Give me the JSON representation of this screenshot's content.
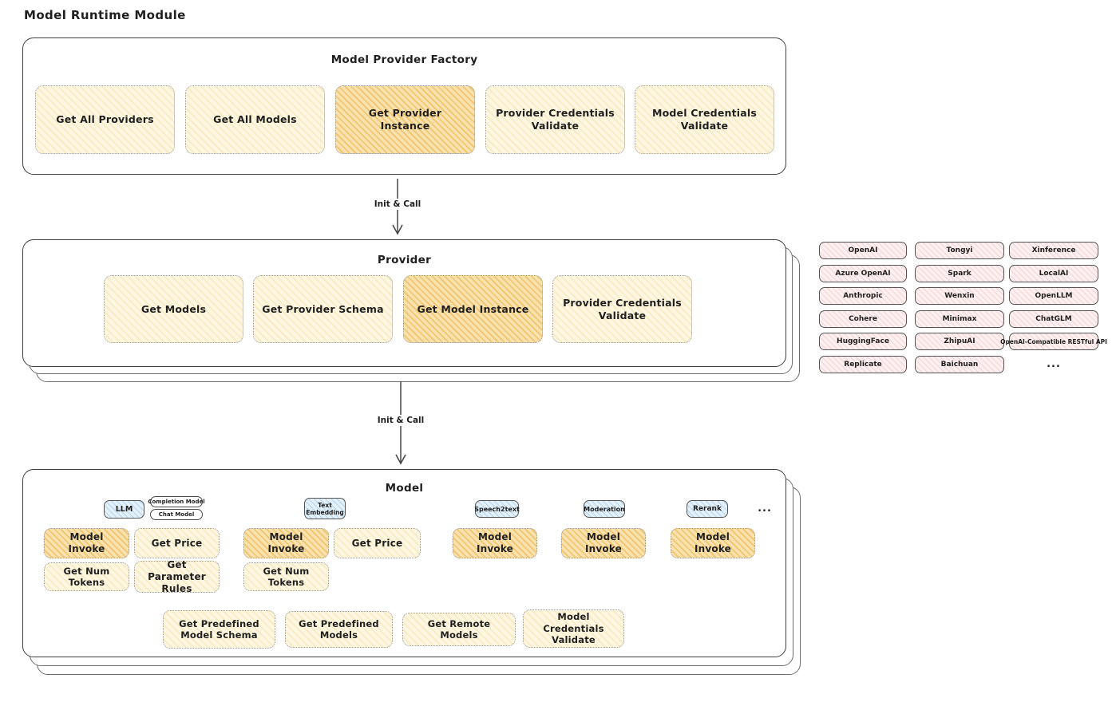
{
  "page": {
    "title": "Model Runtime Module"
  },
  "palette": {
    "button_yellow": "#fdf7e2",
    "button_highlight_orange": "#f8e2b0",
    "provider_chip_pink": "#fdf0f0",
    "model_type_chip_blue": "#e4f1fb",
    "outline": "#3f3f3f"
  },
  "factory": {
    "title": "Model Provider Factory",
    "buttons": [
      {
        "label": "Get All Providers",
        "highlight": false
      },
      {
        "label": "Get All Models",
        "highlight": false
      },
      {
        "label": "Get Provider Instance",
        "highlight": true
      },
      {
        "label": "Provider Credentials Validate",
        "highlight": false
      },
      {
        "label": "Model Credentials Validate",
        "highlight": false
      }
    ]
  },
  "arrows": {
    "first_label": "Init & Call",
    "second_label": "Init & Call"
  },
  "provider": {
    "title": "Provider",
    "buttons": [
      {
        "label": "Get Models",
        "highlight": false
      },
      {
        "label": "Get Provider Schema",
        "highlight": false
      },
      {
        "label": "Get Model Instance",
        "highlight": true
      },
      {
        "label": "Provider Credentials Validate",
        "highlight": false
      }
    ]
  },
  "providers_grid": {
    "column1": [
      "OpenAI",
      "Azure OpenAI",
      "Anthropic",
      "Cohere",
      "HuggingFace",
      "Replicate"
    ],
    "column2": [
      "Tongyi",
      "Spark",
      "Wenxin",
      "Minimax",
      "ZhipuAI",
      "Baichuan"
    ],
    "column3": [
      "Xinference",
      "LocalAI",
      "OpenLLM",
      "ChatGLM",
      "OpenAI-Compatible RESTful API"
    ],
    "more": "..."
  },
  "model": {
    "title": "Model",
    "tabs": {
      "llm": "LLM",
      "completion": "Completion Model",
      "chat": "Chat Model",
      "embedding": "Text Embedding",
      "speech": "Speech2text",
      "moderation": "Moderation",
      "rerank": "Rerank",
      "more": "..."
    },
    "llm_buttons": [
      {
        "label": "Model Invoke",
        "highlight": true
      },
      {
        "label": "Get Price",
        "highlight": false
      },
      {
        "label": "Get Num Tokens",
        "highlight": false
      },
      {
        "label": "Get Parameter Rules",
        "highlight": false
      }
    ],
    "embedding_buttons": [
      {
        "label": "Model Invoke",
        "highlight": true
      },
      {
        "label": "Get Price",
        "highlight": false
      },
      {
        "label": "Get Num Tokens",
        "highlight": false
      }
    ],
    "speech_buttons": [
      {
        "label": "Model Invoke",
        "highlight": true
      }
    ],
    "moderation_buttons": [
      {
        "label": "Model Invoke",
        "highlight": true
      }
    ],
    "rerank_buttons": [
      {
        "label": "Model Invoke",
        "highlight": true
      }
    ],
    "bottom_buttons": [
      {
        "label": "Get Predefined Model Schema"
      },
      {
        "label": "Get Predefined Models"
      },
      {
        "label": "Get Remote Models"
      },
      {
        "label": "Model Credentials Validate"
      }
    ]
  }
}
